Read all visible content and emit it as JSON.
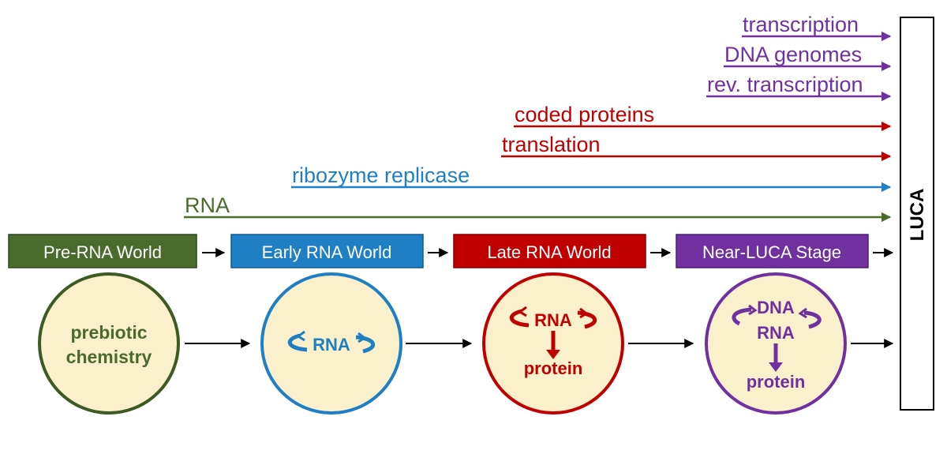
{
  "colors": {
    "green": "#4a6b2c",
    "blue": "#1f7fc4",
    "red": "#c00000",
    "purple": "#7030a0",
    "circle_fill": "#fbf0cc",
    "arrow": "#000000"
  },
  "timeline": [
    {
      "label": "transcription",
      "color": "purple"
    },
    {
      "label": "DNA genomes",
      "color": "purple"
    },
    {
      "label": "rev. transcription",
      "color": "purple"
    },
    {
      "label": "coded proteins",
      "color": "red"
    },
    {
      "label": "translation",
      "color": "red"
    },
    {
      "label": "ribozyme replicase",
      "color": "blue"
    },
    {
      "label": "RNA",
      "color": "green"
    }
  ],
  "stages": [
    {
      "label": "Pre-RNA World",
      "color": "green"
    },
    {
      "label": "Early RNA World",
      "color": "blue"
    },
    {
      "label": "Late RNA World",
      "color": "red"
    },
    {
      "label": "Near-LUCA Stage",
      "color": "purple"
    }
  ],
  "circles": {
    "c1": {
      "line1": "prebiotic",
      "line2": "chemistry"
    },
    "c2": {
      "rna": "RNA"
    },
    "c3": {
      "rna": "RNA",
      "protein": "protein"
    },
    "c4": {
      "dna": "DNA",
      "rna": "RNA",
      "protein": "protein"
    }
  },
  "luca": "LUCA"
}
